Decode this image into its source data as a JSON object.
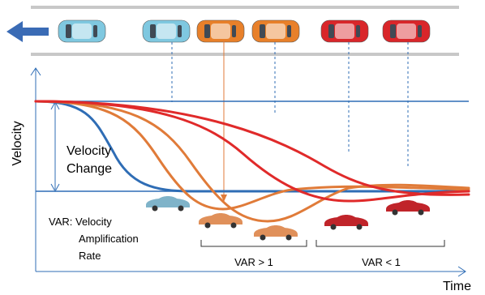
{
  "axes": {
    "y_label": "Velocity",
    "x_label": "Time"
  },
  "annotations": {
    "velocity_change_line1": "Velocity",
    "velocity_change_line2": "Change",
    "var_def_line1": "VAR: Velocity",
    "var_def_line2": "Amplification",
    "var_def_line3": "Rate",
    "var_greater": "VAR > 1",
    "var_less": "VAR < 1"
  },
  "colors": {
    "road_line": "#c8c8c8",
    "arrow": "#3a6bb5",
    "lead_car": "#7fc8e0",
    "orange_car": "#e8802a",
    "red_car": "#d9262a",
    "blue_curve": "#2f6db5",
    "orange_curve": "#e07b39",
    "red_curve": "#e02a2a",
    "reference_line": "#2f6db5",
    "axis": "#2f6db5",
    "guide_line": "#2f6db5",
    "bracket": "#333333"
  },
  "icons": {
    "direction": "left-arrow-icon",
    "vehicle": "car-icon"
  },
  "cars_top": [
    {
      "name": "lead-car",
      "color": "lead_car"
    },
    {
      "name": "follower-car-1",
      "color": "lead_car"
    },
    {
      "name": "follower-car-2",
      "color": "orange_car"
    },
    {
      "name": "follower-car-3",
      "color": "orange_car"
    },
    {
      "name": "follower-car-4",
      "color": "red_car"
    },
    {
      "name": "follower-car-5",
      "color": "red_car"
    }
  ]
}
